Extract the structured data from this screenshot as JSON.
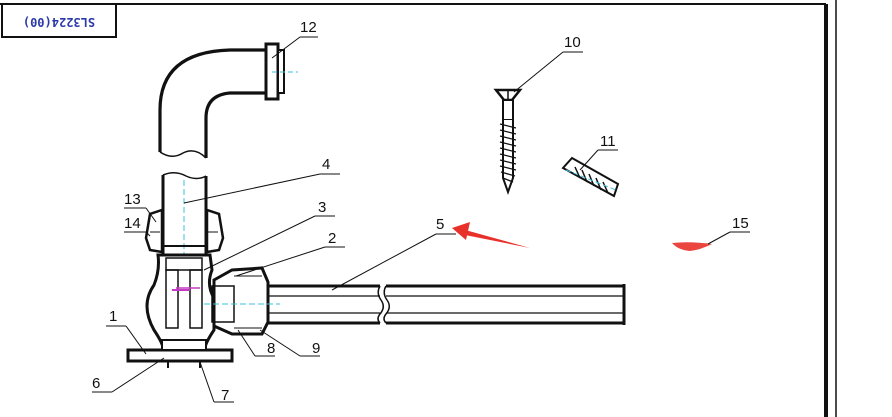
{
  "drawing_code": "SL3224(00)",
  "callouts": [
    {
      "id": "1",
      "text": "1"
    },
    {
      "id": "2",
      "text": "2"
    },
    {
      "id": "3",
      "text": "3"
    },
    {
      "id": "4",
      "text": "4"
    },
    {
      "id": "5",
      "text": "5"
    },
    {
      "id": "6",
      "text": "6"
    },
    {
      "id": "7",
      "text": "7"
    },
    {
      "id": "8",
      "text": "8"
    },
    {
      "id": "9",
      "text": "9"
    },
    {
      "id": "10",
      "text": "10"
    },
    {
      "id": "11",
      "text": "11"
    },
    {
      "id": "12",
      "text": "12"
    },
    {
      "id": "13",
      "text": "13"
    },
    {
      "id": "14",
      "text": "14"
    },
    {
      "id": "15",
      "text": "15"
    }
  ],
  "colors": {
    "line": "#111111",
    "annotation_arrow": "#e8312a",
    "code_text": "#2b3aa8",
    "axis_cyan": "#39c0e0",
    "accent_magenta": "#c23bc2"
  }
}
